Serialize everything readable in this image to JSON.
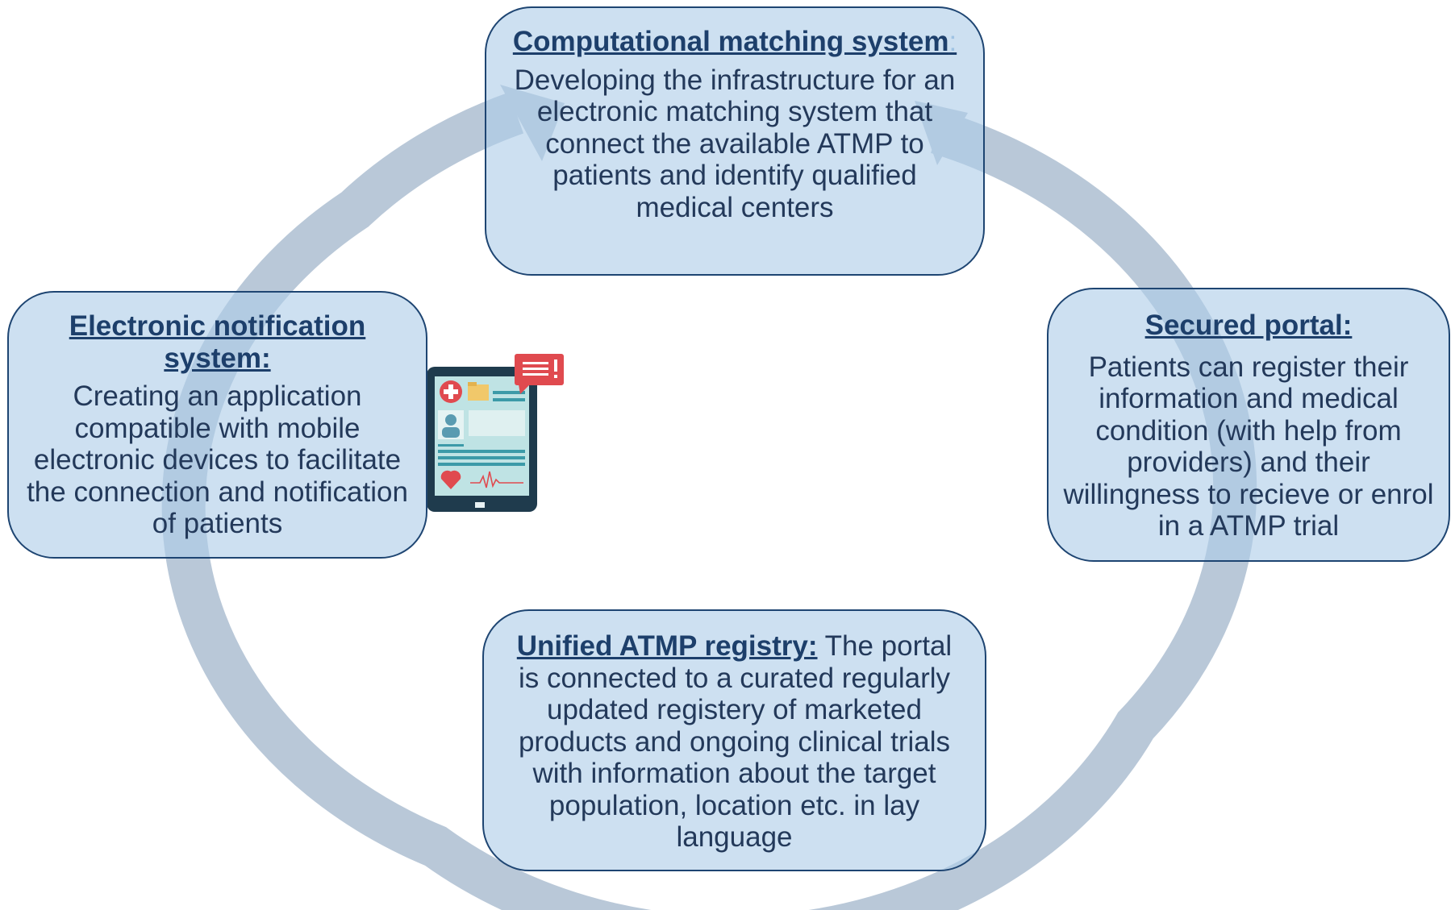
{
  "colors": {
    "ring": "#b9c8d8",
    "box_fill": "#afcde9",
    "box_border": "#1e4572",
    "title_text": "#1d3f6b",
    "body_text": "#23395a",
    "tablet_frame": "#1f3b4d",
    "tablet_screen": "#bfe3e4",
    "alert": "#e04a4f"
  },
  "icons": [
    "tablet-medical-app-icon",
    "notification-bubble-icon",
    "medical-cross-icon",
    "folder-icon",
    "user-profile-icon",
    "heart-icon",
    "heartbeat-line-icon"
  ],
  "top_box": {
    "title": "Computational matching system",
    "title_suffix": ":",
    "body": "Developing the infrastructure for an electronic matching system that connect the available ATMP to patients and identify qualified medical centers"
  },
  "left_box": {
    "title": "Electronic notification system:",
    "body": "Creating an application compatible with mobile electronic devices to facilitate the connection and notification of patients"
  },
  "right_box": {
    "title": "Secured portal:",
    "body": "Patients can register their information and medical condition (with help from providers) and their willingness to recieve or enrol in a ATMP trial"
  },
  "bottom_box": {
    "title": "Unified ATMP registry:",
    "body": " The portal is connected to a curated regularly updated registery of marketed products and ongoing clinical trials with information about the target population, location etc. in lay language"
  }
}
